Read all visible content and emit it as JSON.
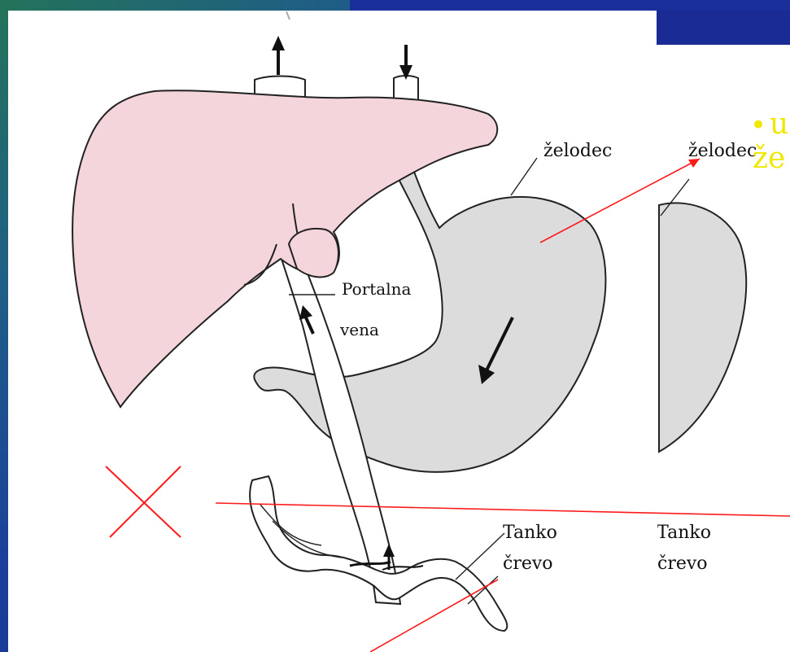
{
  "labels": {
    "stomach": "želodec",
    "stomach_copy": "želodec",
    "portal_vein_line1": "Portalna",
    "portal_vein_line2": "vena",
    "small_intestine_line1": "Tanko",
    "small_intestine_line2": "črevo",
    "small_intestine_copy_line1": "Tanko",
    "small_intestine_copy_line2": "črevo"
  },
  "bullet": {
    "symbol": "•",
    "fragment_line1": "u",
    "fragment_line2": "že"
  },
  "colors": {
    "liver": "#f4d5dc",
    "stomach": "#dcdcdc",
    "annotation_red": "#ff1a1a",
    "bullet_yellow": "#f0e800",
    "slide_blue": "#1a2b96"
  },
  "icons": {
    "cross": "x-mark-icon",
    "up_arrow": "arrow-up-icon",
    "down_arrow": "arrow-down-icon"
  }
}
